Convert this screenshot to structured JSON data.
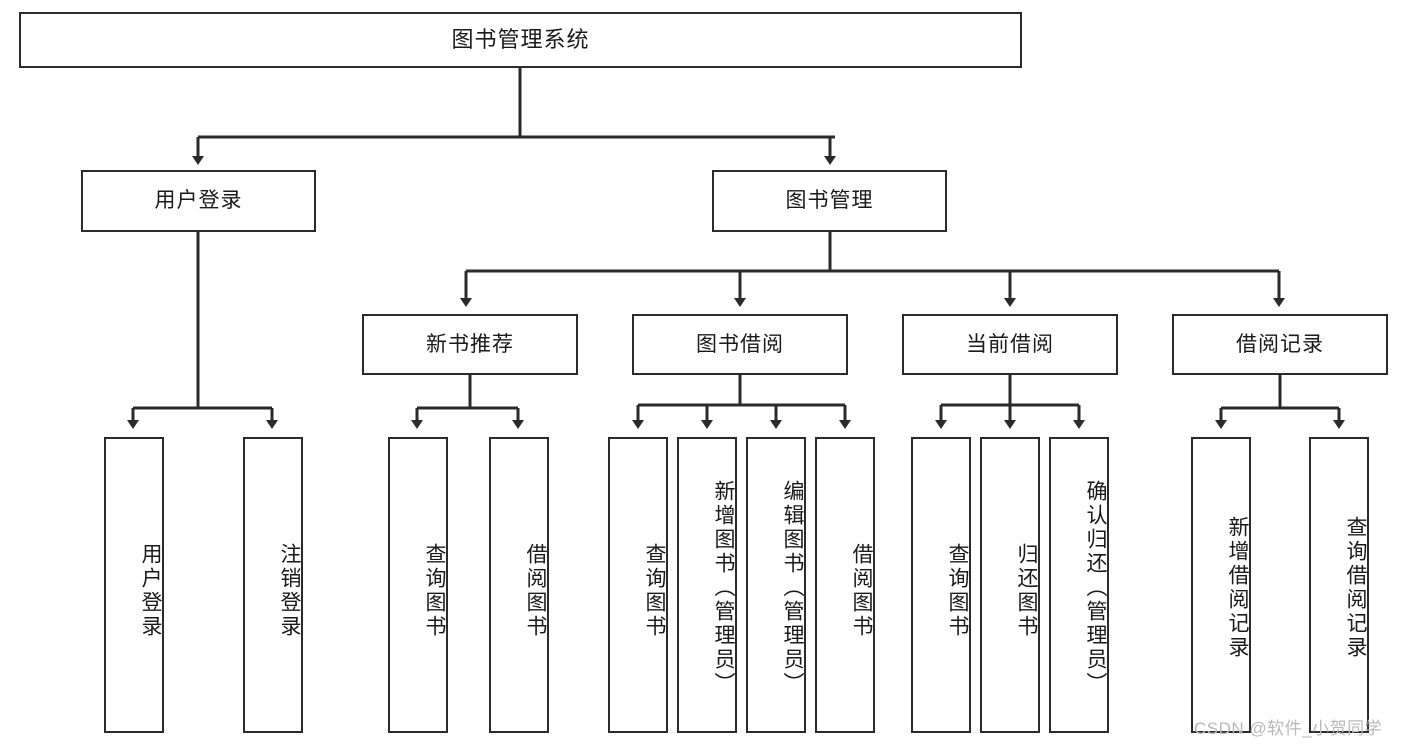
{
  "diagram": {
    "type": "tree",
    "title": "图书管理系统",
    "root": {
      "label": "图书管理系统"
    },
    "level2": [
      {
        "id": "user-login",
        "label": "用户登录"
      },
      {
        "id": "book-manage",
        "label": "图书管理"
      }
    ],
    "level3": [
      {
        "id": "new-book-recommend",
        "label": "新书推荐",
        "parent": "book-manage"
      },
      {
        "id": "book-borrow",
        "label": "图书借阅",
        "parent": "book-manage"
      },
      {
        "id": "current-borrow",
        "label": "当前借阅",
        "parent": "book-manage"
      },
      {
        "id": "borrow-record",
        "label": "借阅记录",
        "parent": "book-manage"
      }
    ],
    "leaves": [
      {
        "id": "leaf-user-login",
        "label": "用户登录",
        "parent": "user-login"
      },
      {
        "id": "leaf-user-logout",
        "label": "注销登录",
        "parent": "user-login"
      },
      {
        "id": "leaf-query-book-1",
        "label": "查询图书",
        "parent": "new-book-recommend"
      },
      {
        "id": "leaf-borrow-book-1",
        "label": "借阅图书",
        "parent": "new-book-recommend"
      },
      {
        "id": "leaf-query-book-2",
        "label": "查询图书",
        "parent": "book-borrow"
      },
      {
        "id": "leaf-add-book",
        "label": "新增图书（管理员）",
        "parent": "book-borrow"
      },
      {
        "id": "leaf-edit-book",
        "label": "编辑图书（管理员）",
        "parent": "book-borrow"
      },
      {
        "id": "leaf-borrow-book-2",
        "label": "借阅图书",
        "parent": "book-borrow"
      },
      {
        "id": "leaf-query-book-3",
        "label": "查询图书",
        "parent": "current-borrow"
      },
      {
        "id": "leaf-return-book",
        "label": "归还图书",
        "parent": "current-borrow"
      },
      {
        "id": "leaf-confirm-return",
        "label": "确认归还（管理员）",
        "parent": "current-borrow"
      },
      {
        "id": "leaf-add-record",
        "label": "新增借阅记录",
        "parent": "borrow-record"
      },
      {
        "id": "leaf-query-record",
        "label": "查询借阅记录",
        "parent": "borrow-record"
      }
    ]
  },
  "watermark": {
    "text": "CSDN @软件_小贺同学"
  },
  "colors": {
    "stroke": "#2b2b2b",
    "box_fill": "#ffffff",
    "text": "#1a1a1a",
    "watermark": "#b9b9b9",
    "background": "#ffffff"
  }
}
